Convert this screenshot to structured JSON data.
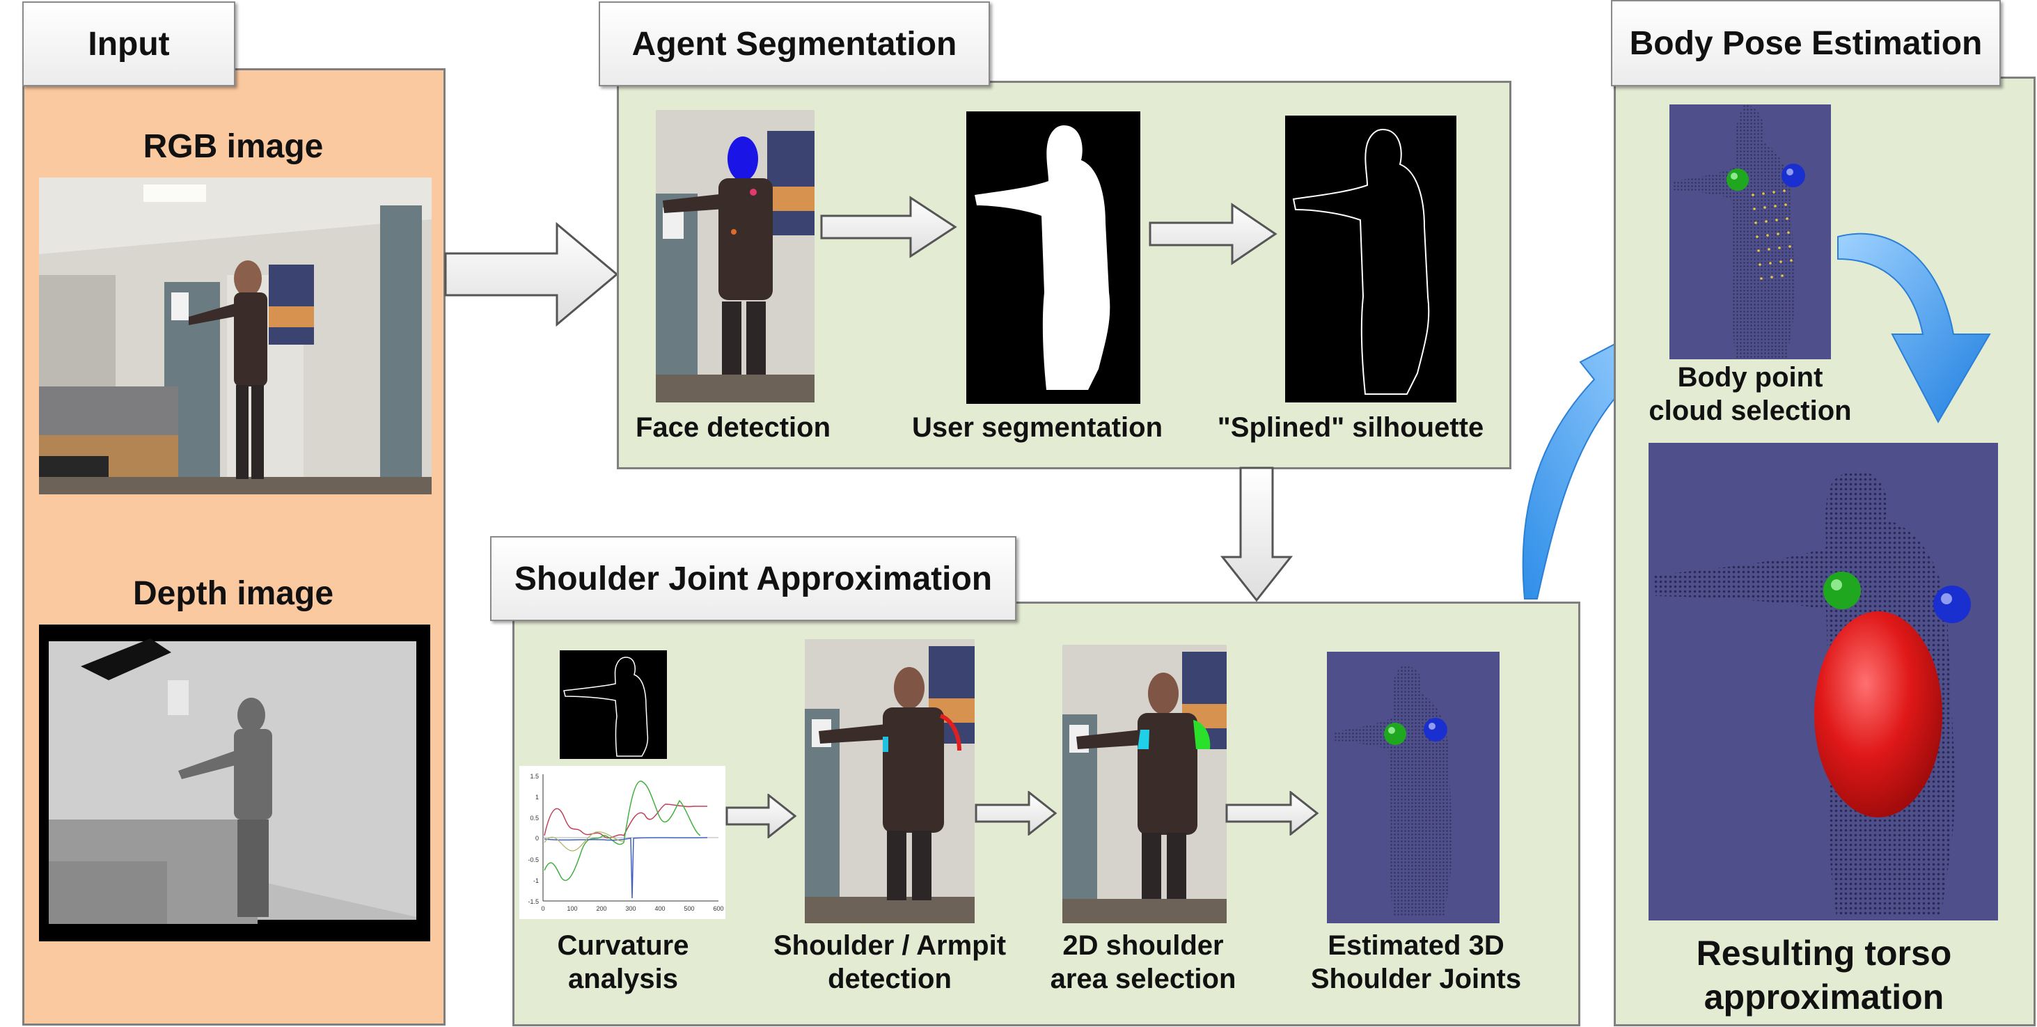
{
  "sections": {
    "input": "Input",
    "agent_segmentation": "Agent Segmentation",
    "shoulder_joint": "Shoulder Joint Approximation",
    "body_pose": "Body Pose Estimation"
  },
  "captions": {
    "rgb_image": "RGB image",
    "depth_image": "Depth image",
    "face_detection": "Face detection",
    "user_segmentation": "User segmentation",
    "splined_silhouette": "\"Splined\" silhouette",
    "curvature_line1": "Curvature",
    "curvature_line2": "analysis",
    "armpit_line1": "Shoulder / Armpit",
    "armpit_line2": "detection",
    "area_line1": "2D shoulder",
    "area_line2": "area selection",
    "joints_line1": "Estimated 3D",
    "joints_line2": "Shoulder Joints",
    "cloud_line1": "Body point",
    "cloud_line2": "cloud selection",
    "torso_line1": "Resulting torso",
    "torso_line2": "approximation"
  },
  "curvature_plot": {
    "y_ticks": [
      "1.5",
      "1",
      "0.5",
      "0",
      "-0.5",
      "-1",
      "-1.5"
    ],
    "x_ticks": [
      "0",
      "100",
      "200",
      "300",
      "400",
      "500",
      "600"
    ]
  },
  "colors": {
    "input_panel": "#fac9a0",
    "stage_panel": "#e3ebd3",
    "point_cloud_bg": "#4f4f8c",
    "torso_ellipsoid": "#e01818",
    "left_joint": "#1fa81f",
    "right_joint": "#1a2fd0",
    "flow_arrow_blue": "#2f8ee8"
  }
}
